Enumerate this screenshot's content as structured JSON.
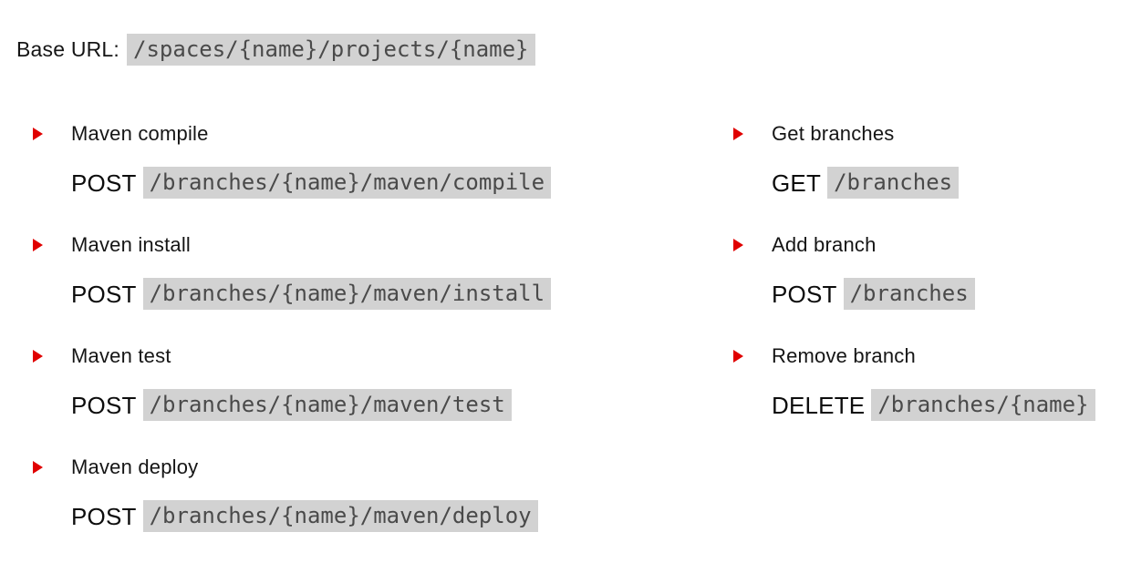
{
  "colors": {
    "accent_red": "#e00000",
    "code_bg": "#d2d2d2",
    "code_text": "#4a4a4a",
    "text_main": "#151515"
  },
  "header": {
    "base_url_label": "Base URL:",
    "base_url_path": "/spaces/{name}/projects/{name}"
  },
  "columns": {
    "left": {
      "items": [
        {
          "title": "Maven compile",
          "method": "POST",
          "path": "/branches/{name}/maven/compile"
        },
        {
          "title": "Maven install",
          "method": "POST",
          "path": "/branches/{name}/maven/install"
        },
        {
          "title": "Maven test",
          "method": "POST",
          "path": "/branches/{name}/maven/test"
        },
        {
          "title": "Maven deploy",
          "method": "POST",
          "path": "/branches/{name}/maven/deploy"
        }
      ]
    },
    "right": {
      "items": [
        {
          "title": "Get branches",
          "method": "GET",
          "path": "/branches"
        },
        {
          "title": "Add branch",
          "method": "POST",
          "path": "/branches"
        },
        {
          "title": "Remove branch",
          "method": "DELETE",
          "path": "/branches/{name}"
        }
      ]
    }
  }
}
